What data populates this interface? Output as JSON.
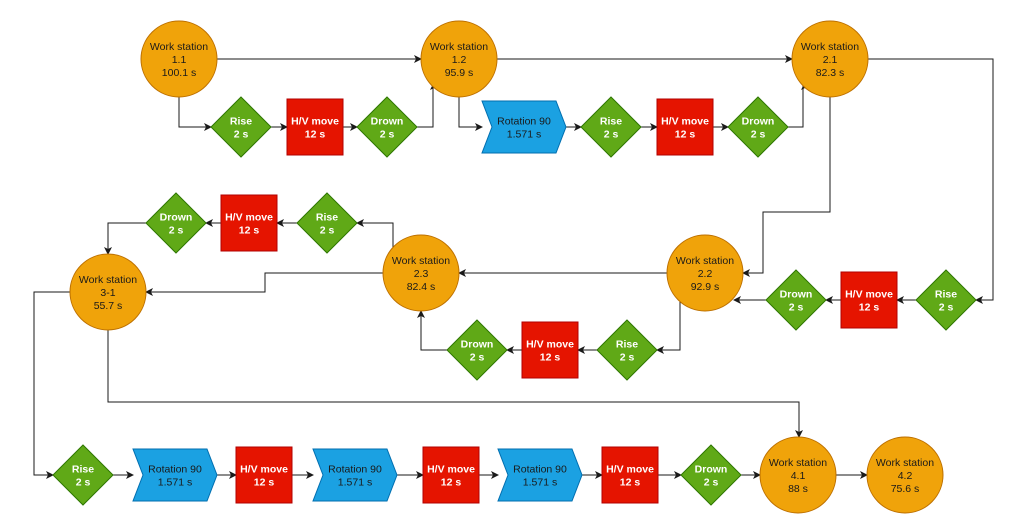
{
  "nodes": {
    "ws_1_1": {
      "shape": "circle",
      "lines": [
        "Work station",
        "1.1",
        "100.1 s"
      ]
    },
    "rise_1": {
      "shape": "diamond",
      "lines": [
        "Rise",
        "2 s"
      ]
    },
    "hv_1": {
      "shape": "rect",
      "lines": [
        "H/V move",
        "12 s"
      ]
    },
    "drown_1": {
      "shape": "diamond",
      "lines": [
        "Drown",
        "2 s"
      ]
    },
    "ws_1_2": {
      "shape": "circle",
      "lines": [
        "Work station",
        "1.2",
        "95.9 s"
      ]
    },
    "rot_1": {
      "shape": "chevron",
      "lines": [
        "Rotation 90",
        "1.571 s"
      ]
    },
    "rise_2": {
      "shape": "diamond",
      "lines": [
        "Rise",
        "2 s"
      ]
    },
    "hv_2": {
      "shape": "rect",
      "lines": [
        "H/V move",
        "12 s"
      ]
    },
    "drown_2": {
      "shape": "diamond",
      "lines": [
        "Drown",
        "2 s"
      ]
    },
    "ws_2_1": {
      "shape": "circle",
      "lines": [
        "Work station",
        "2.1",
        "82.3 s"
      ]
    },
    "rise_3": {
      "shape": "diamond",
      "lines": [
        "Rise",
        "2 s"
      ]
    },
    "hv_3": {
      "shape": "rect",
      "lines": [
        "H/V move",
        "12 s"
      ]
    },
    "drown_3": {
      "shape": "diamond",
      "lines": [
        "Drown",
        "2 s"
      ]
    },
    "ws_2_2": {
      "shape": "circle",
      "lines": [
        "Work station",
        "2.2",
        "92.9 s"
      ]
    },
    "rise_4": {
      "shape": "diamond",
      "lines": [
        "Rise",
        "2 s"
      ]
    },
    "hv_4": {
      "shape": "rect",
      "lines": [
        "H/V move",
        "12 s"
      ]
    },
    "drown_4": {
      "shape": "diamond",
      "lines": [
        "Drown",
        "2 s"
      ]
    },
    "ws_2_3": {
      "shape": "circle",
      "lines": [
        "Work station",
        "2.3",
        "82.4 s"
      ]
    },
    "rise_5": {
      "shape": "diamond",
      "lines": [
        "Rise",
        "2 s"
      ]
    },
    "hv_5": {
      "shape": "rect",
      "lines": [
        "H/V move",
        "12 s"
      ]
    },
    "drown_5": {
      "shape": "diamond",
      "lines": [
        "Drown",
        "2 s"
      ]
    },
    "ws_3_1": {
      "shape": "circle",
      "lines": [
        "Work station",
        "3-1",
        "55.7 s"
      ]
    },
    "rise_6": {
      "shape": "diamond",
      "lines": [
        "Rise",
        "2 s"
      ]
    },
    "rot_2": {
      "shape": "chevron",
      "lines": [
        "Rotation 90",
        "1.571 s"
      ]
    },
    "hv_6": {
      "shape": "rect",
      "lines": [
        "H/V move",
        "12 s"
      ]
    },
    "rot_3": {
      "shape": "chevron",
      "lines": [
        "Rotation 90",
        "1.571 s"
      ]
    },
    "hv_7": {
      "shape": "rect",
      "lines": [
        "H/V move",
        "12 s"
      ]
    },
    "rot_4": {
      "shape": "chevron",
      "lines": [
        "Rotation 90",
        "1.571 s"
      ]
    },
    "hv_8": {
      "shape": "rect",
      "lines": [
        "H/V move",
        "12 s"
      ]
    },
    "drown_6": {
      "shape": "diamond",
      "lines": [
        "Drown",
        "2 s"
      ]
    },
    "ws_4_1": {
      "shape": "circle",
      "lines": [
        "Work station",
        "4.1",
        "88 s"
      ]
    },
    "ws_4_2": {
      "shape": "circle",
      "lines": [
        "Work station",
        "4.2",
        "75.6 s"
      ]
    }
  },
  "edges": [
    [
      "ws_1_1",
      "ws_1_2"
    ],
    [
      "ws_1_1",
      "rise_1"
    ],
    [
      "rise_1",
      "hv_1"
    ],
    [
      "hv_1",
      "drown_1"
    ],
    [
      "drown_1",
      "ws_1_2"
    ],
    [
      "ws_1_2",
      "ws_2_1"
    ],
    [
      "ws_1_2",
      "rot_1"
    ],
    [
      "rot_1",
      "rise_2"
    ],
    [
      "rise_2",
      "hv_2"
    ],
    [
      "hv_2",
      "drown_2"
    ],
    [
      "drown_2",
      "ws_2_1"
    ],
    [
      "ws_2_1",
      "rise_3"
    ],
    [
      "rise_3",
      "hv_3"
    ],
    [
      "hv_3",
      "drown_3"
    ],
    [
      "drown_3",
      "ws_2_2"
    ],
    [
      "ws_2_1",
      "ws_2_2"
    ],
    [
      "ws_2_2",
      "ws_2_3"
    ],
    [
      "ws_2_2",
      "rise_4"
    ],
    [
      "rise_4",
      "hv_4"
    ],
    [
      "hv_4",
      "drown_4"
    ],
    [
      "drown_4",
      "ws_2_3"
    ],
    [
      "ws_2_3",
      "ws_3_1"
    ],
    [
      "ws_2_3",
      "rise_5"
    ],
    [
      "rise_5",
      "hv_5"
    ],
    [
      "hv_5",
      "drown_5"
    ],
    [
      "drown_5",
      "ws_3_1"
    ],
    [
      "ws_3_1",
      "rise_6"
    ],
    [
      "rise_6",
      "rot_2"
    ],
    [
      "rot_2",
      "hv_6"
    ],
    [
      "hv_6",
      "rot_3"
    ],
    [
      "rot_3",
      "hv_7"
    ],
    [
      "hv_7",
      "rot_4"
    ],
    [
      "rot_4",
      "hv_8"
    ],
    [
      "hv_8",
      "drown_6"
    ],
    [
      "drown_6",
      "ws_4_1"
    ],
    [
      "ws_3_1",
      "ws_4_1"
    ],
    [
      "ws_4_1",
      "ws_4_2"
    ]
  ],
  "colors": {
    "work_station": "#f0a30a",
    "work_station_stroke": "#bd7000",
    "lift": "#60a917",
    "lift_stroke": "#2d7600",
    "move": "#e51400",
    "move_stroke": "#b20000",
    "rotation": "#1ba1e2",
    "rotation_stroke": "#006eaf",
    "edge": "#1a1a1a"
  },
  "icons": {
    "edge_arrowhead": "arrow-head-icon"
  }
}
